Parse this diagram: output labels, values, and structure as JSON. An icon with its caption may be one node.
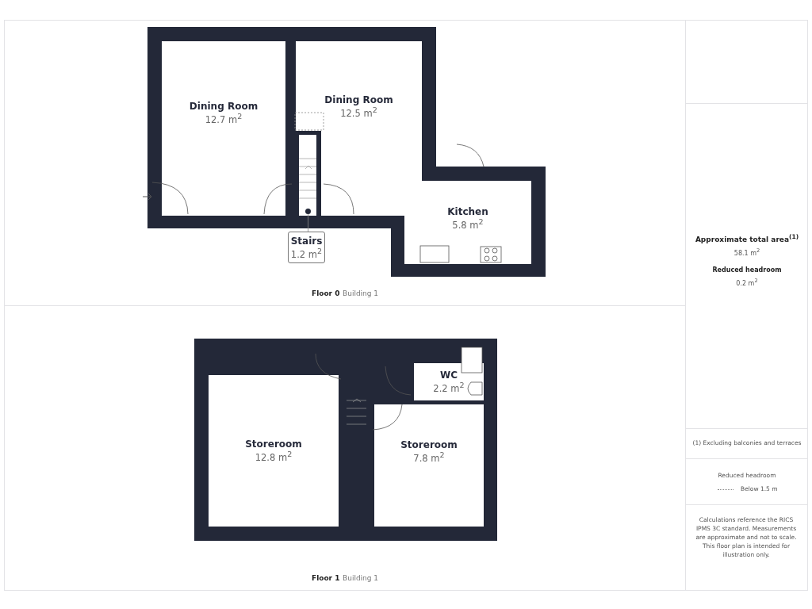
{
  "diagram": {
    "nodes": [
      {
        "text": [
          "Dining Room",
          "12.7 m$^{2}$"
        ]
      },
      {
        "text": [
          "Dining Room",
          "12.5 m$^{2}$"
        ]
      },
      {
        "text": [
          "Stairs",
          "1.2 m$^{2}$"
        ]
      },
      {
        "text": [],
        "shape": "circle",
        "in": 1
      },
      {
        "text": [
          "Kitchen",
          "5.8 m$^{2}$"
        ]
      },
      {
        "text": [
          "Storeroom",
          "12.8 m$^{2}$"
        ]
      },
      {
        "text": [
          "WC",
          "2.2 m$^{2}$"
        ]
      },
      {
        "text": [
          "Storeroom",
          "7.8 m$^{2}$"
        ]
      }
    ],
    "edges": [
      {
        "from": 2,
        "to": 3,
        "arrow": "none"
      }
    ],
    "labels": [
      "Floor 0",
      "Building 1",
      "Approximate total area$^{(1)}$",
      "58.1 m$^{2}$",
      "Reduced headroom",
      "0.2 m$^{2}$",
      "Floor 1",
      "Building 1",
      "(1) Excluding balconies and terraces",
      "Reduced headroom",
      "Calculations reference the RICS IPMS 3C standard. Measurements are approximate and not to scale. This floor plan is intended for illustration only."
    ],
    "legend": [
      {
        "text": "Below 1.5 m"
      }
    ]
  }
}
